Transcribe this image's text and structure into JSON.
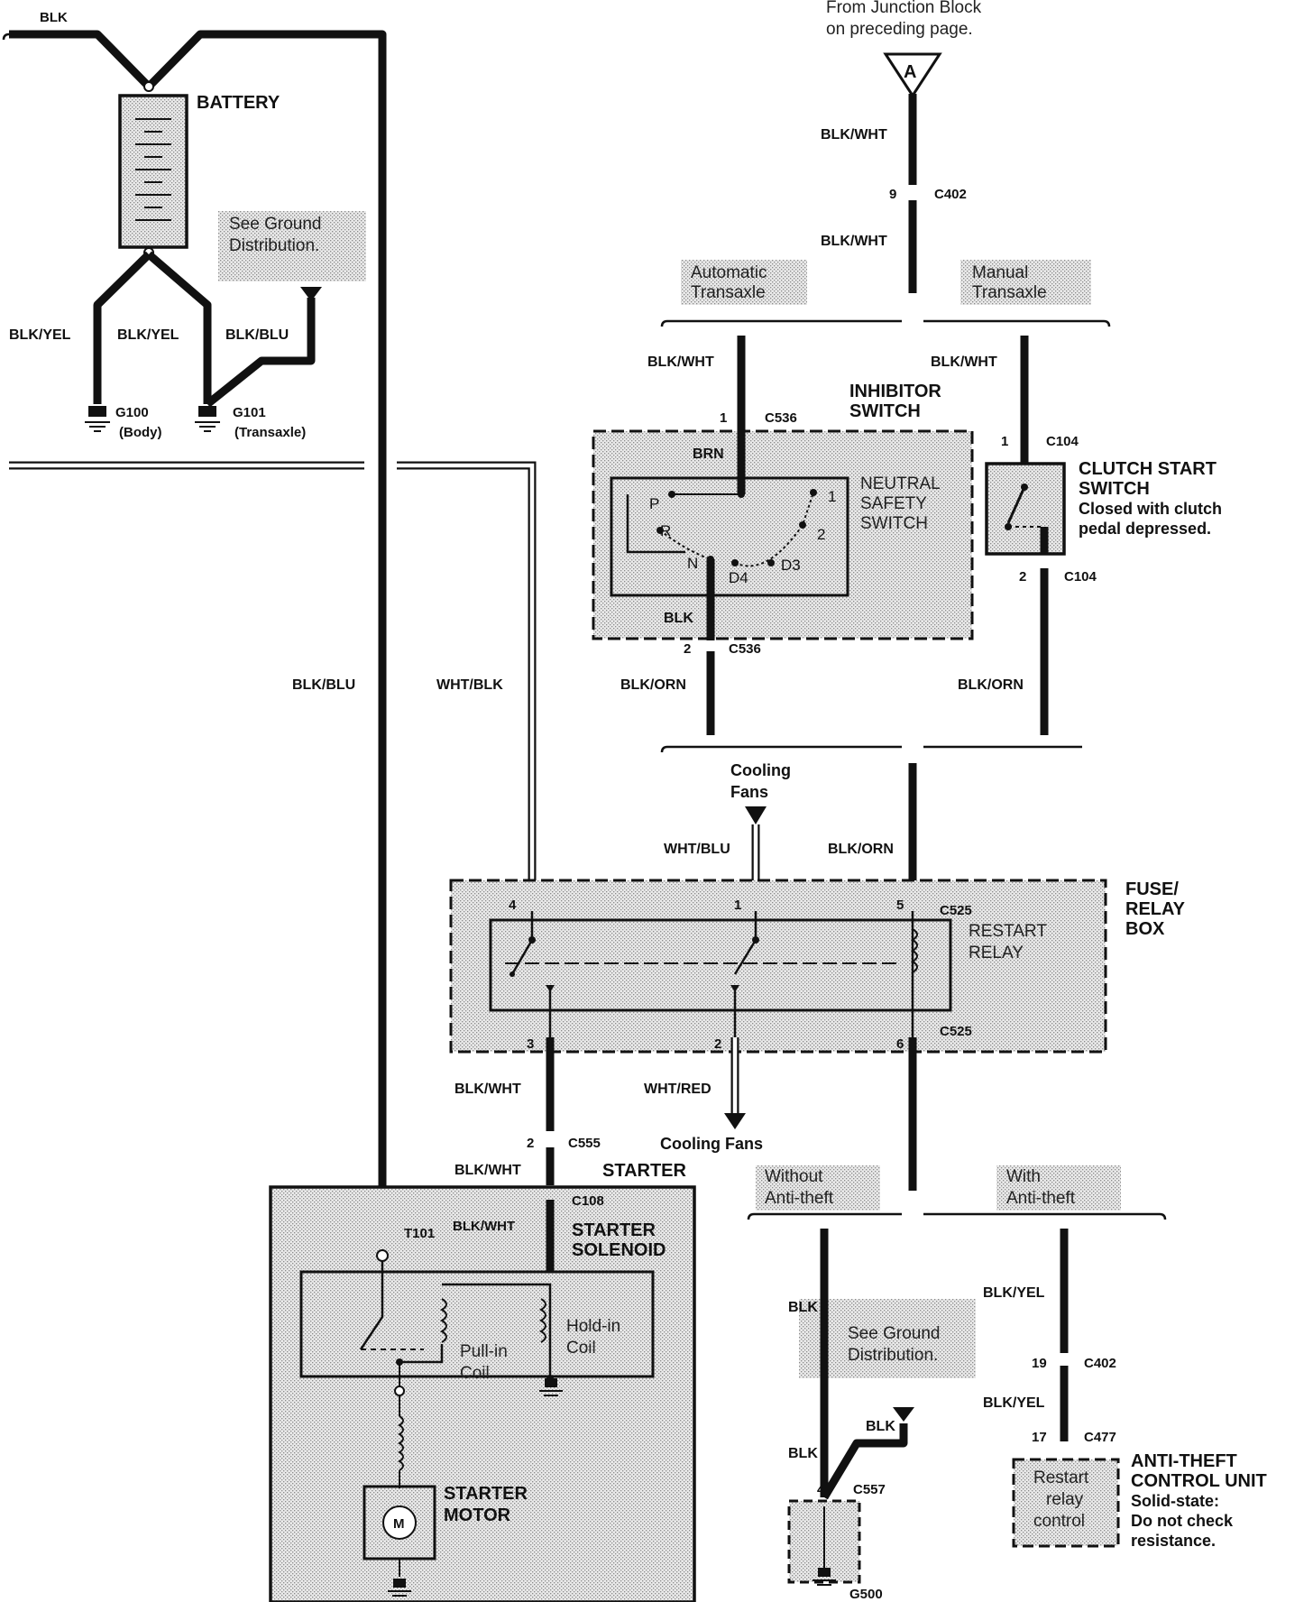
{
  "labels": {
    "junction_src": "From Junction Block",
    "junction_src2": "on preceding page.",
    "connector_a": "A",
    "battery": "BATTERY",
    "see_ground_1a": "See Ground",
    "see_ground_1b": "Distribution.",
    "blk_top": "BLK",
    "blk_yel_1": "BLK/YEL",
    "blk_yel_2": "BLK/YEL",
    "blk_blu_1": "BLK/BLU",
    "g100": "G100",
    "g100_sub": "(Body)",
    "g101": "G101",
    "g101_sub": "(Transaxle)",
    "blk_blu_main": "BLK/BLU",
    "wht_blk": "WHT/BLK",
    "blk_wht_1": "BLK/WHT",
    "pin_9": "9",
    "c402_a": "C402",
    "blk_wht_2": "BLK/WHT",
    "auto_trans_1": "Automatic",
    "auto_trans_2": "Transaxle",
    "man_trans_1": "Manual",
    "man_trans_2": "Transaxle",
    "blk_wht_3": "BLK/WHT",
    "blk_wht_4": "BLK/WHT",
    "inhibitor_1": "INHIBITOR",
    "inhibitor_2": "SWITCH",
    "pin_1a": "1",
    "c536_a": "C536",
    "brn": "BRN",
    "nss_1": "NEUTRAL",
    "nss_2": "SAFETY",
    "nss_3": "SWITCH",
    "pos_p": "P",
    "pos_r": "R",
    "pos_n": "N",
    "pos_d4": "D4",
    "pos_d3": "D3",
    "pos_2": "2",
    "pos_1": "1",
    "blk_inh": "BLK",
    "pin_2a": "2",
    "c536_b": "C536",
    "pin_1b": "1",
    "c104_a": "C104",
    "clutch_1": "CLUTCH START",
    "clutch_2": "SWITCH",
    "clutch_3": "Closed with clutch",
    "clutch_4": "pedal  depressed.",
    "pin_2b": "2",
    "c104_b": "C104",
    "blk_orn_1": "BLK/ORN",
    "blk_orn_2": "BLK/ORN",
    "cooling_1": "Cooling",
    "cooling_2": "Fans",
    "wht_blu": "WHT/BLU",
    "blk_orn_3": "BLK/ORN",
    "fuse_1": "FUSE/",
    "fuse_2": "RELAY",
    "fuse_3": "BOX",
    "restart_1": "RESTART",
    "restart_2": "RELAY",
    "pin_4": "4",
    "pin_1c": "1",
    "pin_5": "5",
    "c525_a": "C525",
    "pin_3": "3",
    "pin_2c": "2",
    "pin_6": "6",
    "c525_b": "C525",
    "blk_wht_5": "BLK/WHT",
    "wht_red": "WHT/RED",
    "pin_2d": "2",
    "c555": "C555",
    "cooling_3": "Cooling Fans",
    "blk_wht_6": "BLK/WHT",
    "starter": "STARTER",
    "c108": "C108",
    "t101": "T101",
    "blk_wht_7": "BLK/WHT",
    "solenoid_1": "STARTER",
    "solenoid_2": "SOLENOID",
    "pull_in_1": "Pull-in",
    "pull_in_2": "Coil",
    "hold_in_1": "Hold-in",
    "hold_in_2": "Coil",
    "motor_1": "STARTER",
    "motor_2": "MOTOR",
    "motor_m": "M",
    "without_1": "Without",
    "without_2": "Anti-theft",
    "with_1": "With",
    "with_2": "Anti-theft",
    "blk_1": "BLK",
    "see_ground_2a": "See Ground",
    "see_ground_2b": "Distribution.",
    "blk_2": "BLK",
    "blk_3": "BLK",
    "pin_4b": "4",
    "c557": "C557",
    "g500": "G500",
    "blk_yel_3": "BLK/YEL",
    "pin_19": "19",
    "c402_b": "C402",
    "blk_yel_4": "BLK/YEL",
    "pin_17": "17",
    "c477": "C477",
    "atcu_box_1": "Restart",
    "atcu_box_2": "relay",
    "atcu_box_3": "control",
    "atcu_1": "ANTI-THEFT",
    "atcu_2": "CONTROL UNIT",
    "atcu_3": "Solid-state:",
    "atcu_4": "Do not check",
    "atcu_5": "resistance."
  }
}
